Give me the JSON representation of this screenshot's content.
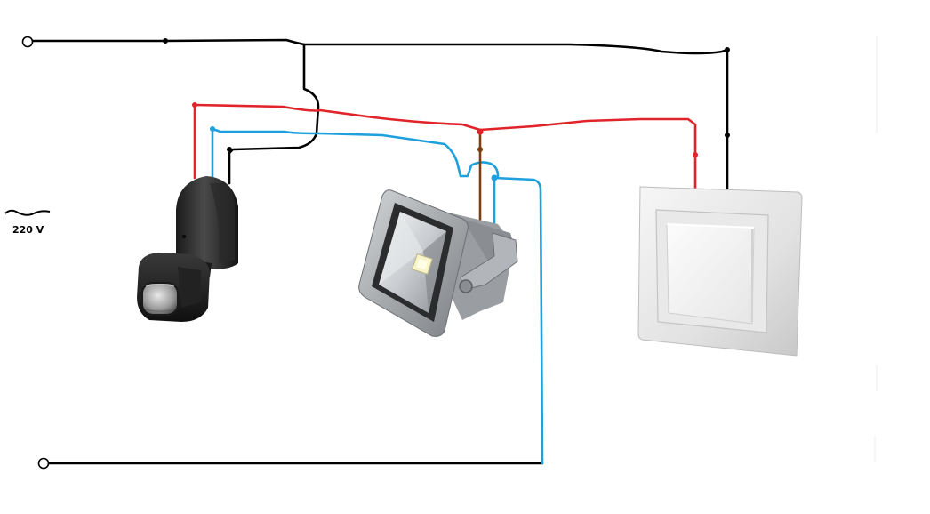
{
  "supply": {
    "symbol": "~",
    "voltage_label": "220 V"
  },
  "components": {
    "motion_sensor": "motion-sensor",
    "floodlight": "led-floodlight",
    "wall_switch": "wall-switch"
  },
  "wire_colors": {
    "phase": "#000000",
    "switched": "#e0242a",
    "neutral": "#1fa0dc",
    "lamp": "#7a3e10"
  }
}
